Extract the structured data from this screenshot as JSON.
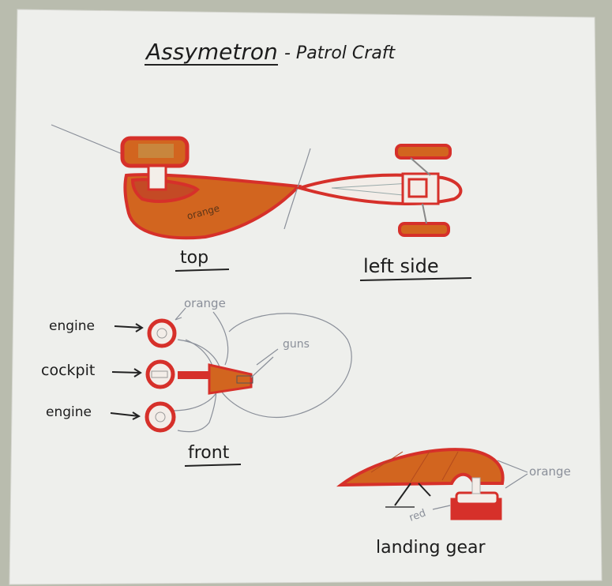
{
  "sketch": {
    "title": "Assymetron",
    "subtitle": "- Patrol Craft",
    "views": {
      "top": "top",
      "left_side": "left side",
      "front": "front",
      "landing_gear": "landing gear"
    },
    "callouts": {
      "engine_upper": "engine",
      "cockpit": "cockpit",
      "engine_lower": "engine",
      "orange_front": "orange",
      "guns": "guns",
      "orange_top": "orange",
      "orange_gear": "orange",
      "red_gear": "red"
    },
    "colors": {
      "paper": "#eeefec",
      "background": "#b9bcae",
      "orange": "#d2651f",
      "red": "#d6302a",
      "ink": "#1c1c1c",
      "pencil": "#8a8f99"
    }
  }
}
